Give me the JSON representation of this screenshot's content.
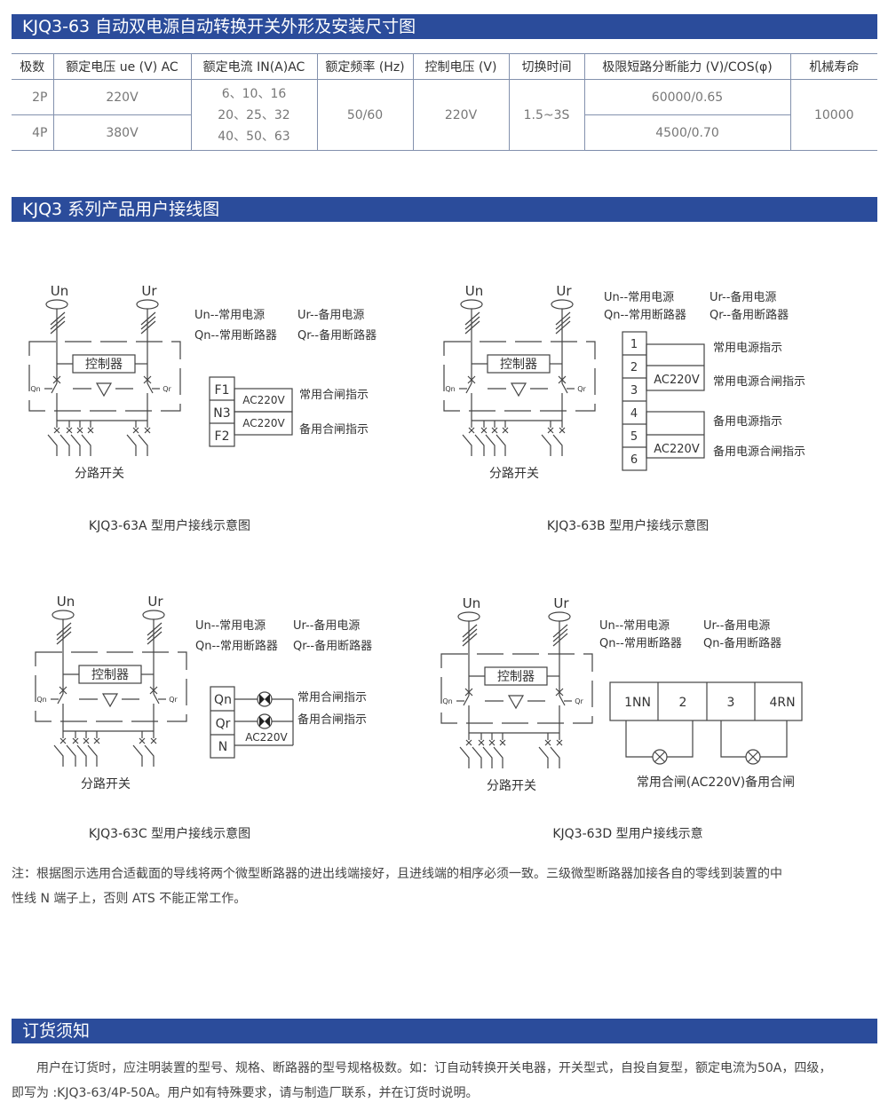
{
  "sections": {
    "spec_title": "KJQ3-63 自动双电源自动转换开关外形及安装尺寸图",
    "wiring_title": "KJQ3 系列产品用户接线图",
    "order_title": "订货须知"
  },
  "table": {
    "headers": [
      "极数",
      "额定电压 ue (V) AC",
      "额定电流 IN(A)AC",
      "额定频率 (Hz)",
      "控制电压 (V)",
      "切换时间",
      "极限短路分断能力 (V)/COS(φ)",
      "机械寿命"
    ],
    "rows": [
      {
        "poles": "2P",
        "voltage": "220V",
        "breaking": "60000/0.65"
      },
      {
        "poles": "4P",
        "voltage": "380V",
        "breaking": "4500/0.70"
      }
    ],
    "currents": [
      "6、10、16",
      "20、25、32",
      "40、50、63"
    ],
    "frequency": "50/60",
    "control_voltage": "220V",
    "switch_time": "1.5~3S",
    "mech_life": "10000"
  },
  "schematic": {
    "un": "Un",
    "ur": "Ur",
    "controller": "控制器",
    "qn": "Qn",
    "qr": "Qr",
    "branch": "分路开关"
  },
  "diagram_a": {
    "legend": [
      "Un--常用电源",
      "Ur--备用电源",
      "Qn--常用断路器",
      "Qr--备用断路器"
    ],
    "terminals": [
      "F1",
      "N3",
      "F2"
    ],
    "ac": [
      "AC220V",
      "AC220V"
    ],
    "labels": [
      "常用合闸指示",
      "备用合闸指示"
    ],
    "caption": "KJQ3-63A 型用户接线示意图"
  },
  "diagram_b": {
    "legend": [
      "Un--常用电源",
      "Ur--备用电源",
      "Qn--常用断路器",
      "Qr--备用断路器"
    ],
    "terminals": [
      "1",
      "2",
      "3",
      "4",
      "5",
      "6"
    ],
    "ac": [
      "AC220V",
      "AC220V"
    ],
    "labels": [
      "常用电源指示",
      "常用电源合闸指示",
      "备用电源指示",
      "备用电源合闸指示"
    ],
    "caption": "KJQ3-63B 型用户接线示意图"
  },
  "diagram_c": {
    "legend": [
      "Un--常用电源",
      "Ur--备用电源",
      "Qn--常用断路器",
      "Qr--备用断路器"
    ],
    "terminals": [
      "Qn",
      "Qr",
      "N"
    ],
    "ac": "AC220V",
    "labels": [
      "常用合闸指示",
      "备用合闸指示"
    ],
    "caption": "KJQ3-63C 型用户接线示意图"
  },
  "diagram_d": {
    "legend": [
      "Un--常用电源",
      "Ur--备用电源",
      "Qn--常用断路器",
      "Qn-备用断路器"
    ],
    "terminals": [
      "1NN",
      "2",
      "3",
      "4RN"
    ],
    "label": "常用合闸(AC220V)备用合闸",
    "caption": "KJQ3-63D 型用户接线示意"
  },
  "note": [
    "注：根据图示选用合适截面的导线将两个微型断路器的进出线端接好，且进线端的相序必须一致。三级微型断路器加接各自的零线到装置的中",
    "性线 N 端子上，否则 ATS 不能正常工作。"
  ],
  "order": [
    "　　用户在订货时，应注明装置的型号、规格、断路器的型号规格极数。如：订自动转换开关电器，开关型式，自投自复型，额定电流为50A，四级，",
    "即写为 :KJQ3-63/4P-50A。用户如有特殊要求，请与制造厂联系，并在订货时说明。"
  ],
  "colors": {
    "bar": "#2b4c9b",
    "line": "#8391ad"
  }
}
